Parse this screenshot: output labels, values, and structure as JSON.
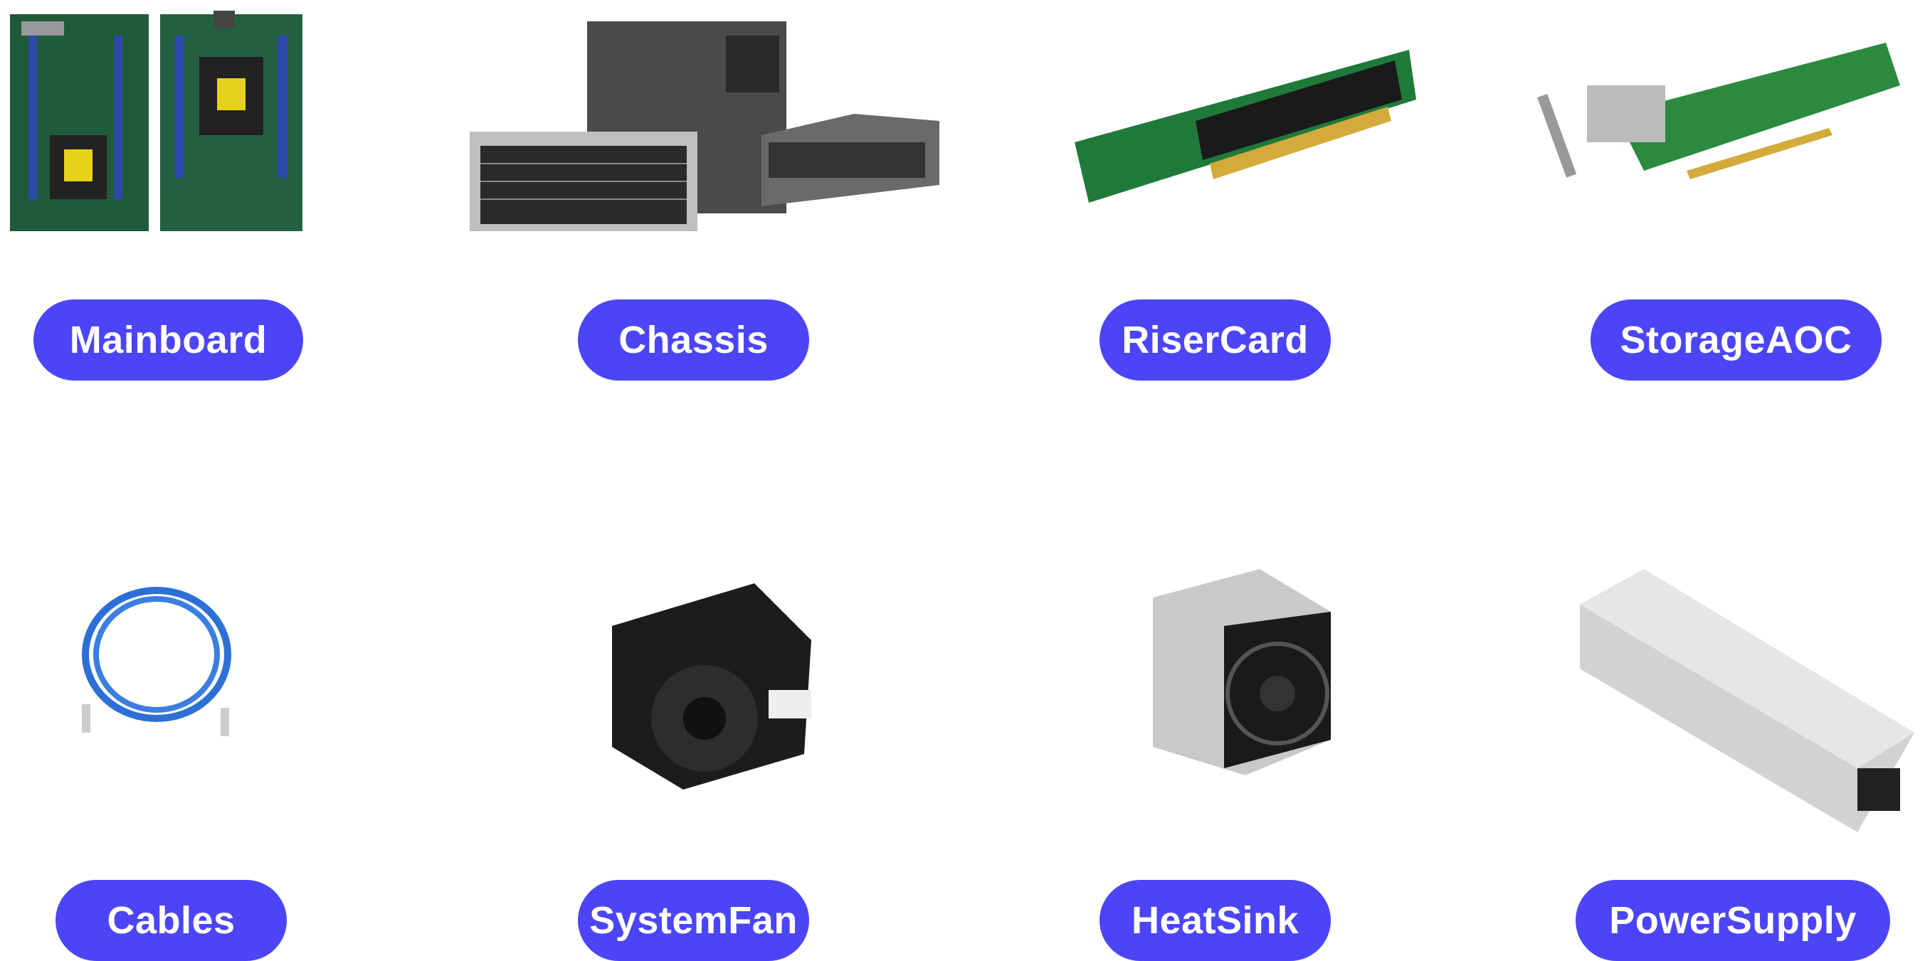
{
  "accent_color": "#4c45f6",
  "categories": [
    {
      "label": "Mainboard",
      "icon": "mainboard-image"
    },
    {
      "label": "Chassis",
      "icon": "chassis-image"
    },
    {
      "label": "RiserCard",
      "icon": "riser-card-image"
    },
    {
      "label": "StorageAOC",
      "icon": "storage-aoc-image"
    },
    {
      "label": "Cables",
      "icon": "cable-image"
    },
    {
      "label": "SystemFan",
      "icon": "system-fan-image"
    },
    {
      "label": "HeatSink",
      "icon": "heatsink-image"
    },
    {
      "label": "PowerSupply",
      "icon": "power-supply-image"
    }
  ]
}
